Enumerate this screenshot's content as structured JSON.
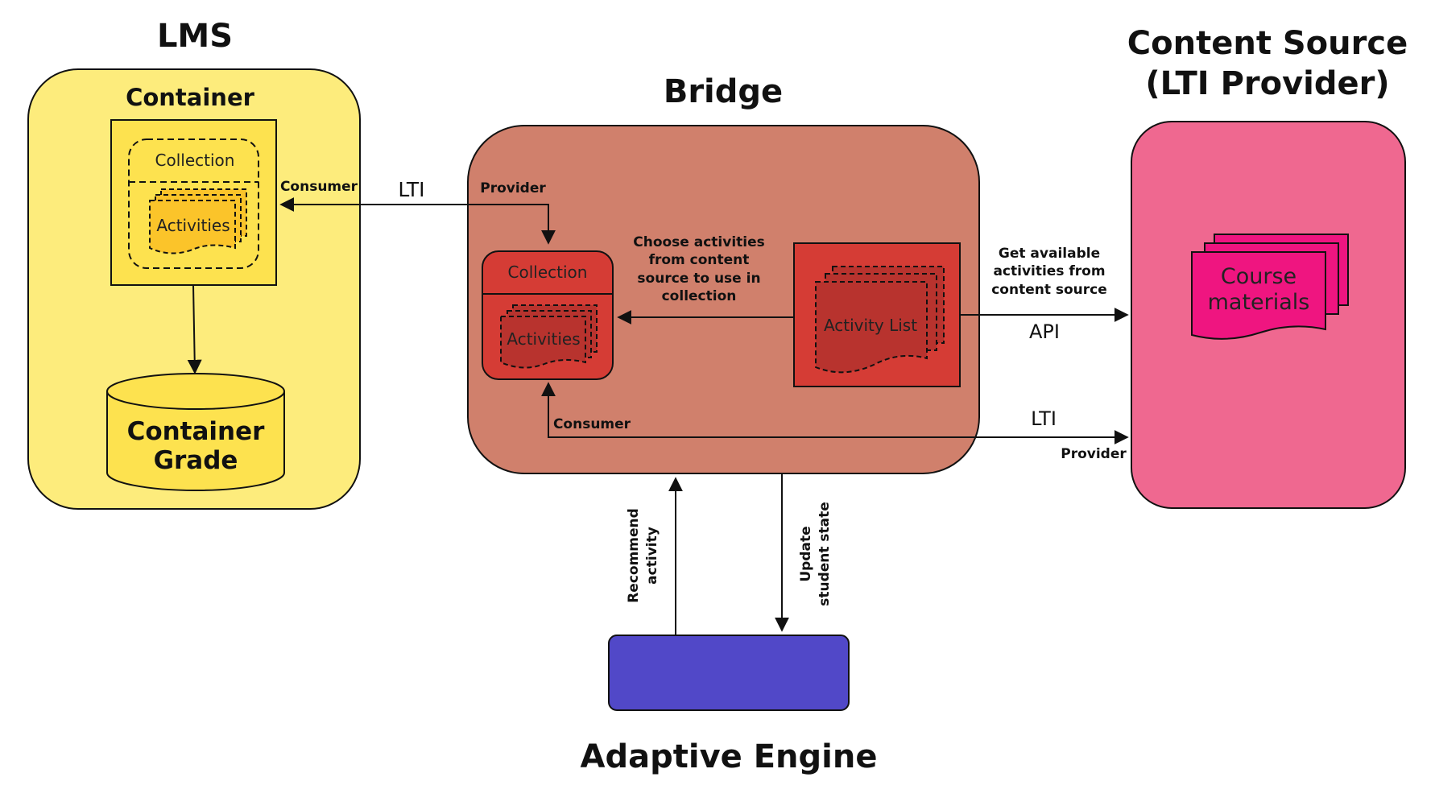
{
  "colors": {
    "lms_fill": "#fdec7c",
    "lms_box": "#fde24f",
    "activities_fill": "#fbc42a",
    "bridge_fill": "#d0806c",
    "bridge_inner": "#d53c35",
    "bridge_dark": "#b8332e",
    "content_fill": "#ef6890",
    "course_fill": "#ef1580",
    "engine_fill": "#5148c8"
  },
  "lms": {
    "title": "LMS",
    "container_title": "Container",
    "collection_label": "Collection",
    "activities_label": "Activities",
    "grade_line1": "Container",
    "grade_line2": "Grade"
  },
  "bridge": {
    "title": "Bridge",
    "collection_label": "Collection",
    "activities_label": "Activities",
    "activity_list_label": "Activity List",
    "choose_line1": "Choose activities",
    "choose_line2": "from content",
    "choose_line3": "source to use in",
    "choose_line4": "collection"
  },
  "content_source": {
    "title_line1": "Content Source",
    "title_line2": "(LTI Provider)",
    "course_line1": "Course",
    "course_line2": "materials"
  },
  "connections": {
    "lti_top": "LTI",
    "consumer_top": "Consumer",
    "provider_top": "Provider",
    "get_line1": "Get available",
    "get_line2": "activities from",
    "get_line3": "content source",
    "api": "API",
    "lti_bottom": "LTI",
    "consumer_bottom": "Consumer",
    "provider_bottom": "Provider",
    "recommend_line1": "Recommend",
    "recommend_line2": "activity",
    "update_line1": "Update",
    "update_line2": "student state"
  },
  "engine": {
    "title": "Adaptive Engine"
  }
}
